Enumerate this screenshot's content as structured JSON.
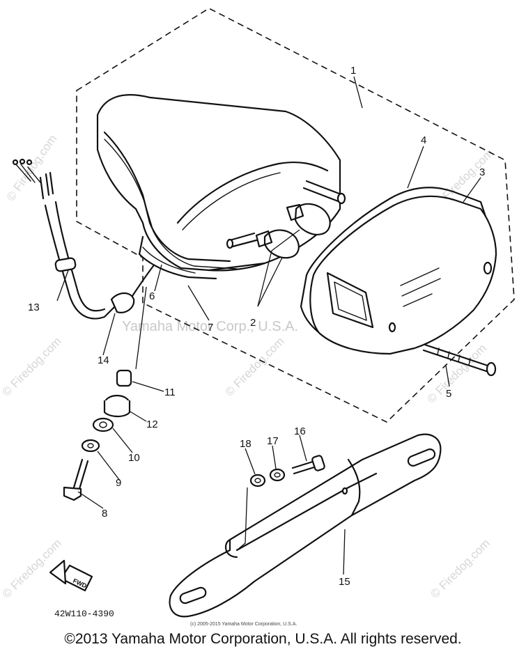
{
  "diagram": {
    "part_number": "42W110-4390",
    "fwd_label": "FWD",
    "center_watermark": "Yamaha Motor Corp., U.S.A.",
    "watermark_text": "© Firedog.com",
    "small_copyright": "(c) 2005-2015 Yamaha Motor Corporation, U.S.A.",
    "footer_copyright": "©2013 Yamaha Motor Corporation, U.S.A. All rights reserved."
  },
  "callouts": [
    {
      "id": "c1",
      "label": "1"
    },
    {
      "id": "c2",
      "label": "2"
    },
    {
      "id": "c3",
      "label": "3"
    },
    {
      "id": "c4",
      "label": "4"
    },
    {
      "id": "c5",
      "label": "5"
    },
    {
      "id": "c6",
      "label": "6"
    },
    {
      "id": "c7",
      "label": "7"
    },
    {
      "id": "c8",
      "label": "8"
    },
    {
      "id": "c9",
      "label": "9"
    },
    {
      "id": "c10",
      "label": "10"
    },
    {
      "id": "c11",
      "label": "11"
    },
    {
      "id": "c12",
      "label": "12"
    },
    {
      "id": "c13",
      "label": "13"
    },
    {
      "id": "c14",
      "label": "14"
    },
    {
      "id": "c15",
      "label": "15"
    },
    {
      "id": "c16",
      "label": "16"
    },
    {
      "id": "c17",
      "label": "17"
    },
    {
      "id": "c18",
      "label": "18"
    }
  ]
}
